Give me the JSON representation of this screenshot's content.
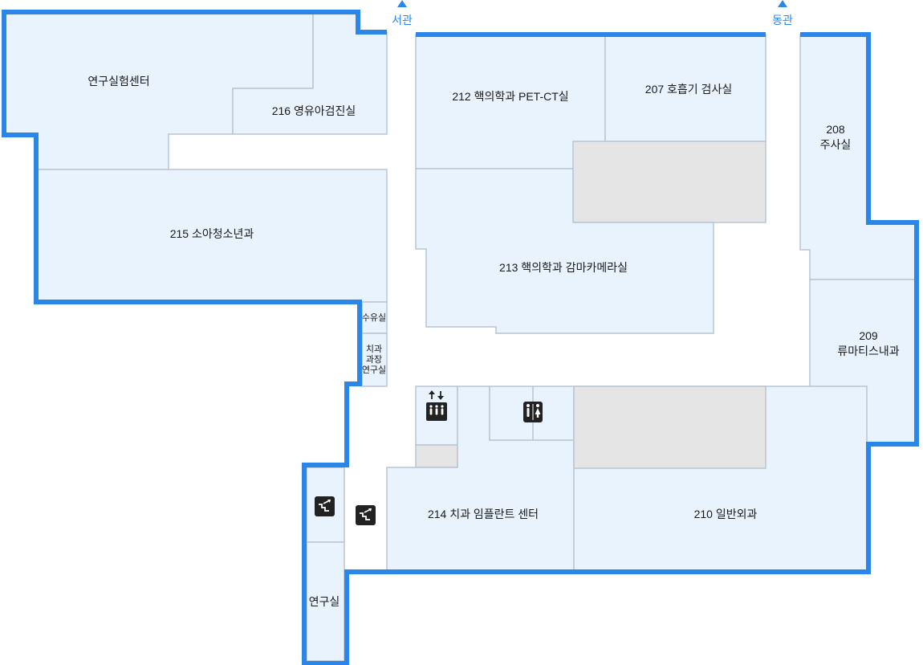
{
  "entrances": {
    "west": "서관",
    "east": "동관"
  },
  "rooms": {
    "research_center": "연구실험센터",
    "r216": "216 영유아검진실",
    "r215": "215 소아청소년과",
    "nursing": "수유실",
    "dental_lab": [
      "치과",
      "과장",
      "연구실"
    ],
    "r212": "212 핵의학과 PET-CT실",
    "r207": "207 호흡기 검사실",
    "r213": "213 핵의학과 감마카메라실",
    "r208": [
      "208",
      "주사실"
    ],
    "r209": [
      "209",
      "류마티스내과"
    ],
    "r214": "214 치과 임플란트 센터",
    "r210": "210 일반외과",
    "research_lab": "연구실"
  },
  "icons": [
    "elevator-icon",
    "restroom-icon",
    "stairs-icon"
  ],
  "colors": {
    "wall": "#2b86ea",
    "room_fill": "#e9f3fd",
    "room_border": "#b9c5d3",
    "blocked_fill": "#e5e5e5"
  }
}
